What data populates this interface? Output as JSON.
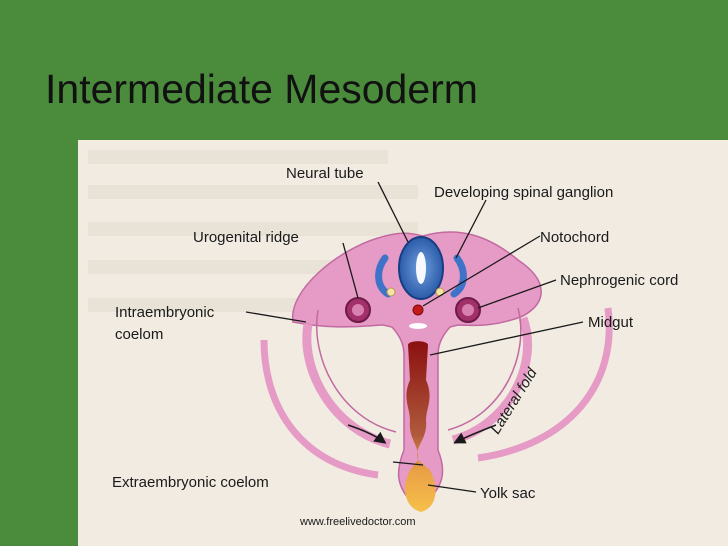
{
  "slide": {
    "title": "Intermediate Mesoderm",
    "watermark": "www.freelivedoctor.com"
  },
  "colors": {
    "background": "#4a8c3c",
    "panel": "#f1ebe2",
    "tissue": "#e69ac6",
    "neural_tube": "#2456a6",
    "gut_top": "#8a1010",
    "gut_bottom": "#f2b030"
  },
  "diagram": {
    "labels": {
      "neural_tube": "Neural tube",
      "spinal_ganglion": "Developing spinal ganglion",
      "urogenital_ridge": "Urogenital ridge",
      "notochord": "Notochord",
      "nephrogenic_cord": "Nephrogenic cord",
      "intraembryonic_coelom_1": "Intraembryonic",
      "intraembryonic_coelom_2": "coelom",
      "midgut": "Midgut",
      "lateral_fold": "Lateral fold",
      "extraembryonic_coelom": "Extraembryonic coelom",
      "yolk_sac": "Yolk sac"
    }
  }
}
